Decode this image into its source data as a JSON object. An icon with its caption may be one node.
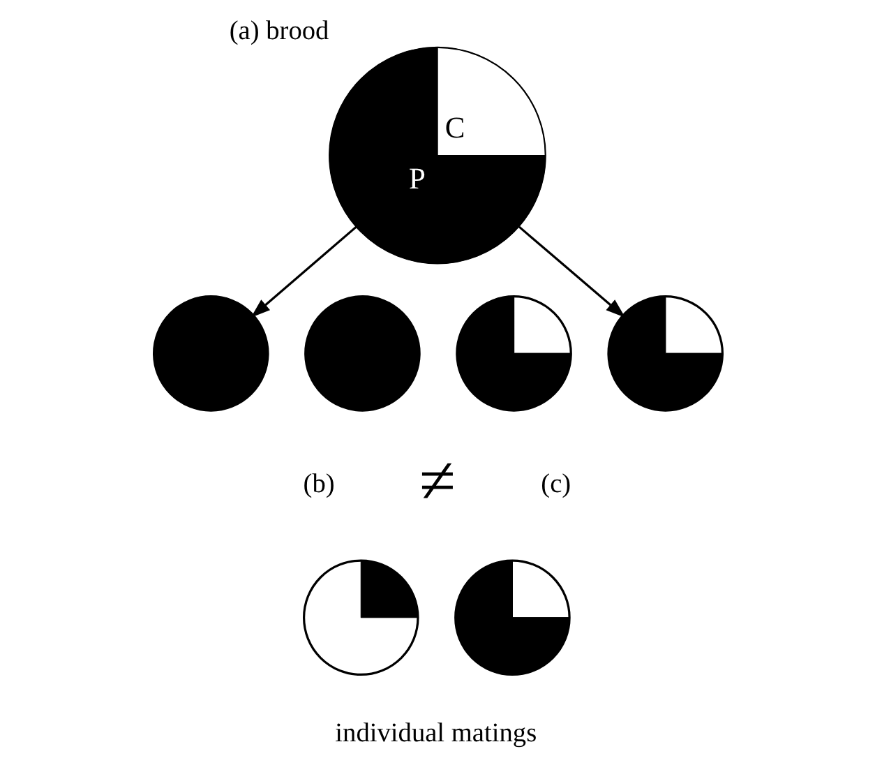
{
  "diagram": {
    "nodes": [
      {
        "text": [
          "(a) brood",
          "C",
          "P"
        ]
      },
      {
        "text": [],
        "shape": "circle"
      },
      {
        "text": [],
        "shape": "circle"
      },
      {
        "text": [],
        "shape": "circle"
      },
      {
        "text": [],
        "shape": "circle"
      },
      {
        "text": [],
        "shape": "circle"
      },
      {
        "text": [],
        "shape": "circle"
      }
    ],
    "edges": [
      {
        "from": 0,
        "to": 1,
        "arrow": "to"
      },
      {
        "from": 0,
        "to": 5,
        "arrow": "to"
      }
    ],
    "labels": [
      "(b)",
      "≠",
      "(c)",
      "individual matings"
    ]
  }
}
